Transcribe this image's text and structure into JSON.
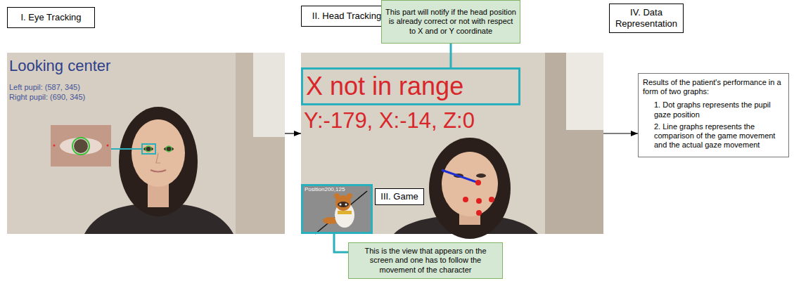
{
  "diagram": {
    "nodes": [
      {
        "text": [
          "I. Eye Tracking"
        ]
      },
      {
        "text": [
          "Looking center",
          "Left pupil: (587, 345)",
          "Right pupil: (690, 345)"
        ]
      },
      {
        "text": [
          "II. Head Tracking"
        ]
      },
      {
        "text": [
          "This part will notify if the head position is already correct or not with respect to X and or Y coordinate"
        ]
      },
      {
        "text": [
          "Y:-179, X:-14, Z:0"
        ]
      },
      {
        "text": [
          "X not in range"
        ],
        "in": 4
      },
      {
        "text": [
          "Position200,125"
        ],
        "in": 4
      },
      {
        "text": [
          "III. Game"
        ],
        "in": 4
      },
      {
        "text": [
          "This is the view that appears on the screen and one has to follow the movement of the character"
        ]
      },
      {
        "text": [
          "IV. Data Representation"
        ]
      },
      {
        "text": [
          "Results of the patient's performance in a form of two graphs:",
          "1. Dot graphs represents the pupil gaze position",
          "2. Line graphs represents the comparison of the game movement and the actual gaze movement"
        ]
      }
    ],
    "edges": [
      {
        "from": 1,
        "to": 4,
        "arrow": "to"
      },
      {
        "from": 4,
        "to": 10,
        "arrow": "to"
      },
      {
        "from": 3,
        "to": 5,
        "arrow": "none"
      },
      {
        "from": 6,
        "to": 8,
        "arrow": "none"
      }
    ]
  }
}
